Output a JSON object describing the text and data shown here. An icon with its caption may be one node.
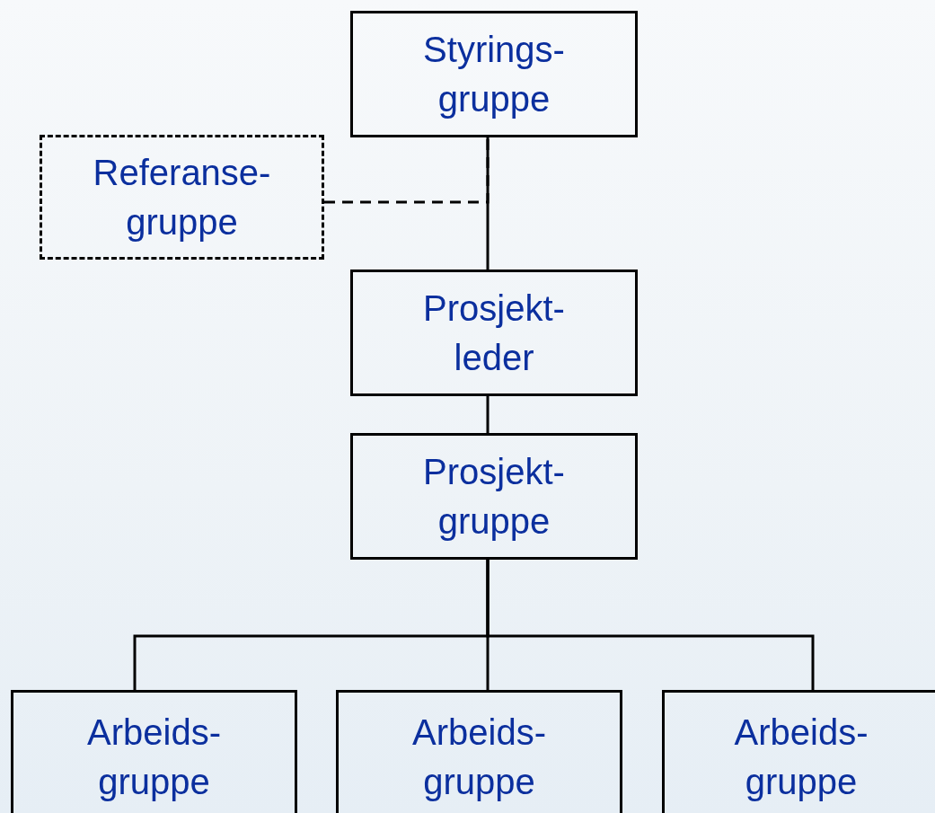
{
  "diagram": {
    "nodes": [
      {
        "text": [
          "Styrings- gruppe"
        ]
      },
      {
        "text": [
          "Referanse- gruppe"
        ]
      },
      {
        "text": [
          "Prosjekt- leder"
        ]
      },
      {
        "text": [
          "Prosjekt- gruppe"
        ]
      },
      {
        "text": [
          "Arbeids- gruppe"
        ]
      },
      {
        "text": [
          "Arbeids- gruppe"
        ]
      },
      {
        "text": [
          "Arbeids- gruppe"
        ]
      }
    ],
    "edges": [
      {
        "from": 0,
        "to": 2,
        "arrow": "none"
      },
      {
        "from": 1,
        "to": 0,
        "arrow": "none",
        "style": "dashed"
      },
      {
        "from": 2,
        "to": 3,
        "arrow": "none"
      },
      {
        "from": 3,
        "to": 4,
        "arrow": "none"
      },
      {
        "from": 3,
        "to": 5,
        "arrow": "none"
      },
      {
        "from": 3,
        "to": 6,
        "arrow": "none"
      }
    ]
  }
}
